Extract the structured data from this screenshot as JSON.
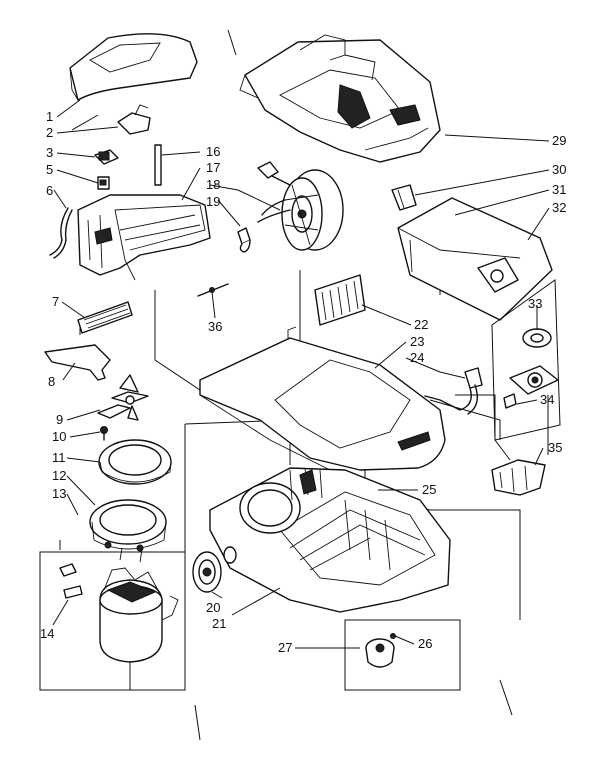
{
  "labels": {
    "l1": "1",
    "l2": "2",
    "l3": "3",
    "l5": "5",
    "l6": "6",
    "l7": "7",
    "l8": "8",
    "l9": "9",
    "l10": "10",
    "l11": "11",
    "l12": "12",
    "l13": "13",
    "l14": "14",
    "l16": "16",
    "l17": "17",
    "l18": "18",
    "l19": "19",
    "l20": "20",
    "l21": "21",
    "l22": "22",
    "l23": "23",
    "l24": "24",
    "l25": "25",
    "l26": "26",
    "l27": "27",
    "l29": "29",
    "l30": "30",
    "l31": "31",
    "l32": "32",
    "l33": "33",
    "l34": "34",
    "l35": "35",
    "l36": "36"
  }
}
